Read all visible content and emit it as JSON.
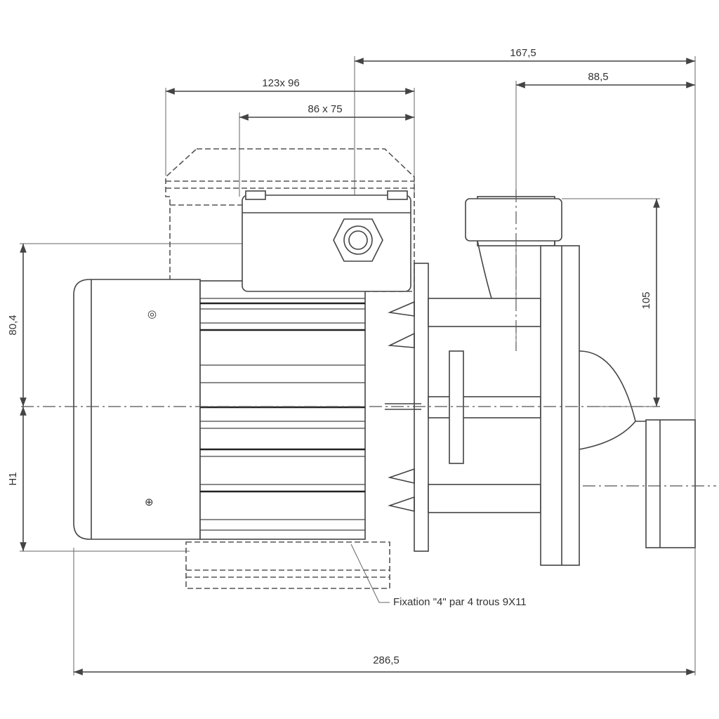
{
  "dimensions": {
    "overall_length": "286,5",
    "shaft_to_outlet_face": "167,5",
    "inlet_to_outlet_face": "88,5",
    "terminal_box_large": "123x 96",
    "terminal_box_small": "86 x 75",
    "shaft_height_top": "80,4",
    "foot_height": "H1",
    "inlet_height": "105"
  },
  "annotation": {
    "fixation": "Fixation \"4\" par 4 trous 9X11"
  }
}
